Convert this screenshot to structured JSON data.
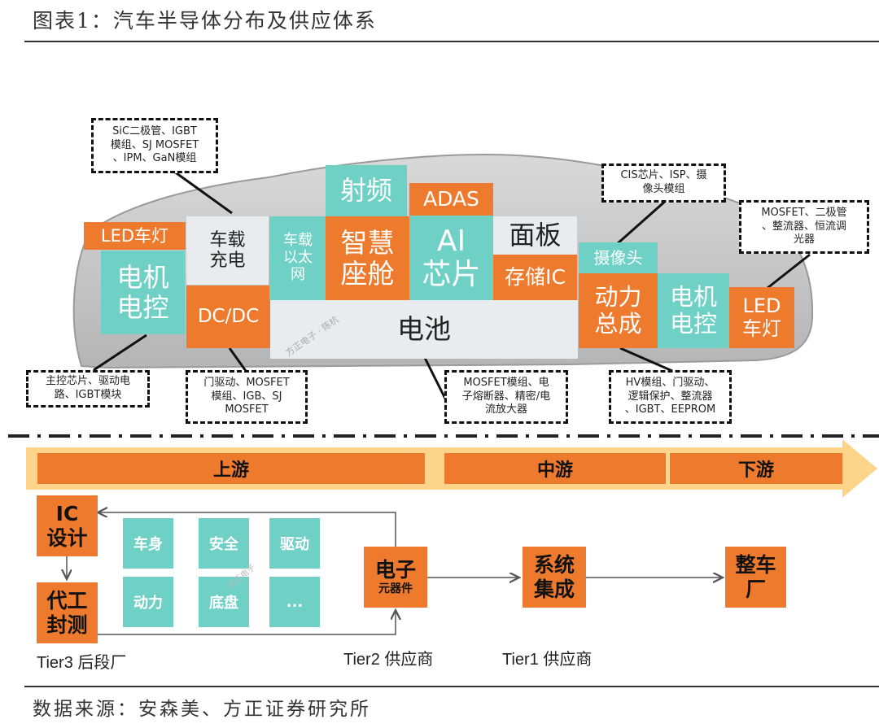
{
  "title": "图表1：汽车半导体分布及供应体系",
  "car": {
    "blocks": {
      "led_left": "LED车灯",
      "motor_ctrl_left": "电机\n电控",
      "onboard_charger": "车载\n充电",
      "dcdc": "DC/DC",
      "ethernet": "车载\n以太\n网",
      "rf": "射频",
      "smart_cockpit": "智慧\n座舱",
      "adas": "ADAS",
      "ai_chip": "AI\n芯片",
      "panel": "面板",
      "storage_ic": "存储IC",
      "battery": "电池",
      "camera": "摄像头",
      "powertrain": "动力\n总成",
      "motor_ctrl_right": "电机\n电控",
      "led_right": "LED\n车灯"
    },
    "watermark": "方正电子 · 陈杭",
    "notes": {
      "charger_note": "SiC二极管、IGBT\n模组、SJ MOSFET\n、IPM、GaN模组",
      "camera_note": "CIS芯片、ISP、摄\n像头模组",
      "led_note": "MOSFET、二极管\n、整流器、恒流调\n光器",
      "motor_note": "主控芯片、驱动电\n路、IGBT模块",
      "dcdc_note": "门驱动、MOSFET\n模组、IGB、SJ\nMOSFET",
      "battery_note": "MOSFET模组、电\n子熔断器、精密/电\n流放大器",
      "powertrain_note": "HV模组、门驱动、\n逻辑保护、整流器\n、IGBT、EEPROM"
    }
  },
  "chain": {
    "stages": [
      "上游",
      "中游",
      "下游"
    ],
    "ic_design": "IC\n设计",
    "foundry": "代工\n封测",
    "categories": [
      "车身",
      "安全",
      "驱动",
      "动力",
      "底盘",
      "..."
    ],
    "electronics": "电子",
    "electronics_sub": "元器件",
    "system": "系统\n集成",
    "oem": "整车\n厂",
    "tier3": "Tier3 后段厂",
    "tier2": "Tier2 供应商",
    "tier1": "Tier1 供应商",
    "watermark": "方正电子"
  },
  "colors": {
    "orange": "#ee7b2d",
    "teal": "#6fd0c5",
    "light_gray": "#e8ecef",
    "car_body": "#c8c8c8",
    "arrow_yellow": "#fcd48a"
  },
  "source": "数据来源：安森美、方正证券研究所"
}
